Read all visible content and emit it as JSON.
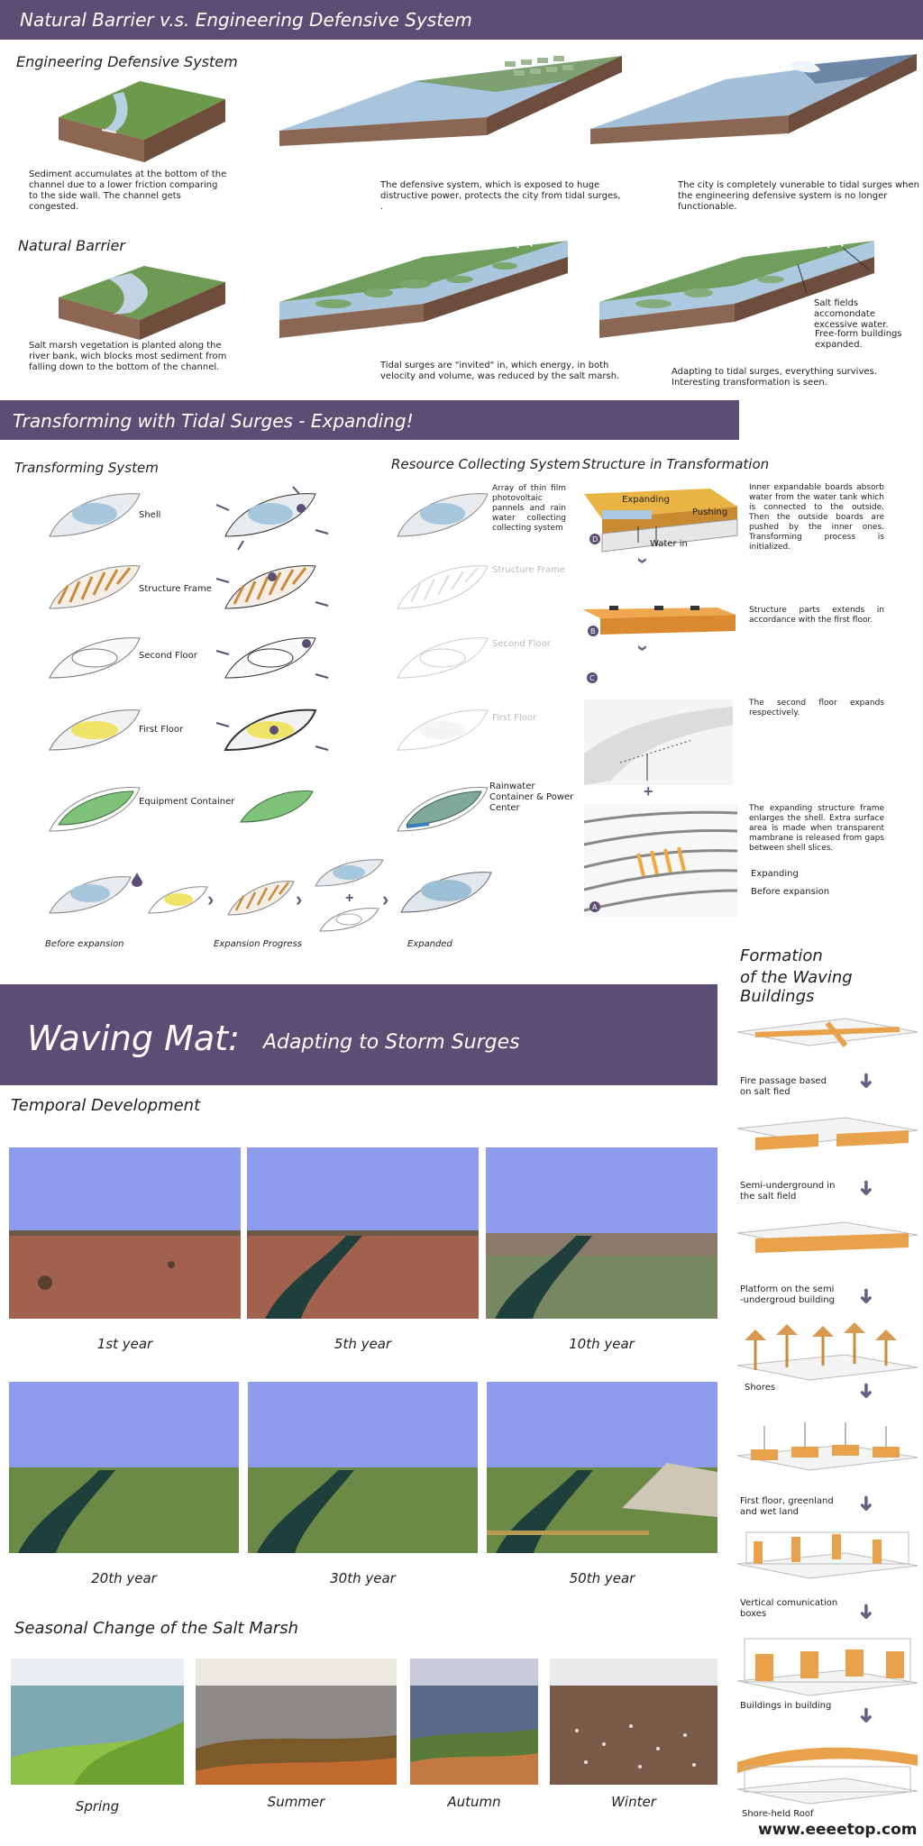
{
  "colors": {
    "banner": "#5b4e74",
    "water": "#a9c5dd",
    "marsh": "#6c9a4a",
    "soil": "#9a6a52",
    "orange": "#e39a3b",
    "sky": "#7e8fe0"
  },
  "section1": {
    "banner": "Natural Barrier v.s. Engineering Defensive System",
    "eng_title": "Engineering Defensive System",
    "eng_cap1": "Sediment accumulates at the bottom of the channel due to a lower friction comparing to the side wall. The channel gets congested.",
    "eng_cap2": "The defensive system, which is exposed to huge distructive power, protects the city from tidal surges, .",
    "eng_cap3": "The city is completely vunerable to tidal surges when the engineering defensive system is no longer functionable.",
    "nat_title": "Natural Barrier",
    "nat_cap1": "Salt marsh vegetation is planted along the river bank, wich blocks most sediment from falling down to the bottom of the channel.",
    "nat_cap2": "Tidal surges are \"invited\" in, which energy, in both velocity and volume, was reduced by the salt marsh.",
    "nat_cap3": "Adapting to tidal surges, everything survives. Interesting transformation is seen.",
    "call1": "Salt fields accomondate excessive water.",
    "call2": "Free-form buildings expanded."
  },
  "section2": {
    "banner": "Transforming with Tidal Surges - Expanding!",
    "col1_title": "Transforming System",
    "col2_title": "Resource Collecting System",
    "col3_title": "Structure in Transformation",
    "layers": [
      "Shell",
      "Structure Frame",
      "Second Floor",
      "First Floor",
      "Equipment Container"
    ],
    "resource_note": "Array of thin film photovoltaic pannels and rain water collecting collecting system",
    "resource_layers": [
      "Structure Frame",
      "Second Floor",
      "First Floor"
    ],
    "resource_bottom": "Rainwater Container & Power Center",
    "seq": [
      "Before expansion",
      "Expansion Progress",
      "Expanded"
    ],
    "struct_labels": {
      "expanding": "Expanding",
      "pushing": "Pushing",
      "water_in": "Water in"
    },
    "struct_notes": [
      "Inner expandable boards absorb water from the water tank which is connected to the outside. Then the outside boards are pushed by the inner ones. Transforming process is initialized.",
      "Structure parts extends in accordance with the first floor.",
      "The second floor expands respectively.",
      "The expanding structure frame enlarges the shell. Extra surface area is made when transparent mambrane is released from gaps between shell slices."
    ],
    "struct_legend": [
      "Expanding",
      "Before expansion"
    ],
    "letters": [
      "D",
      "B",
      "C",
      "A"
    ]
  },
  "section3": {
    "banner_main": "Waving Mat:",
    "banner_sub": "Adapting to Storm Surges",
    "temporal_title": "Temporal Development",
    "years": [
      "1st year",
      "5th year",
      "10th year",
      "20th year",
      "30th year",
      "50th year"
    ],
    "seasonal_title": "Seasonal Change of the Salt Marsh",
    "seasons": [
      "Spring",
      "Summer",
      "Autumn",
      "Winter"
    ],
    "formation_title1": "Formation",
    "formation_title2": "of the Waving Buildings",
    "formation_steps": [
      "Fire passage based on salt fied",
      "Semi-underground in the salt field",
      "Platform on the semi -undergroud building",
      "Shores",
      "First floor, greenland and wet land",
      "Vertical comunication boxes",
      "Buildings in building",
      "Shore-held Roof"
    ],
    "watermark": "www.eeeetop.com"
  }
}
